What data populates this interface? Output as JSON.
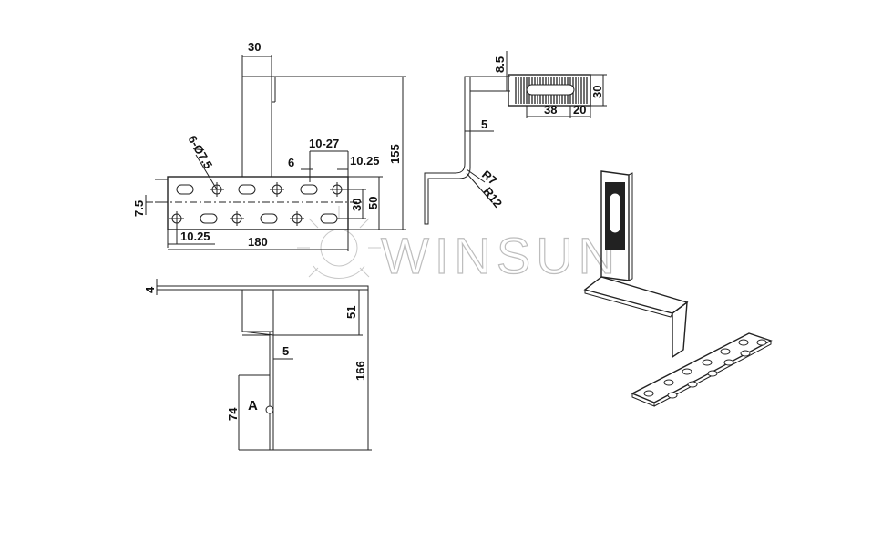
{
  "watermark": {
    "brand": "WINSUN"
  },
  "front_view": {
    "width_top": "30",
    "height_total": "155",
    "holes": "6-Ø7.5",
    "slot_range": "10-27",
    "slot_width": "6",
    "edge_right": "10.25",
    "edge_left": "10.25",
    "base_width": "180",
    "row_spacing": "30",
    "base_height": "50",
    "offset_left": "7.5"
  },
  "side_profile": {
    "top_height": "8.5",
    "thickness": "5",
    "radius_inner": "R7",
    "radius_outer": "R12",
    "slot_len": "38",
    "slot_end": "20",
    "tab_height": "30"
  },
  "bottom_view": {
    "thickness": "4",
    "offset": "51",
    "thickness_b": "5",
    "total": "166",
    "section_label": "A",
    "section_height": "74"
  }
}
